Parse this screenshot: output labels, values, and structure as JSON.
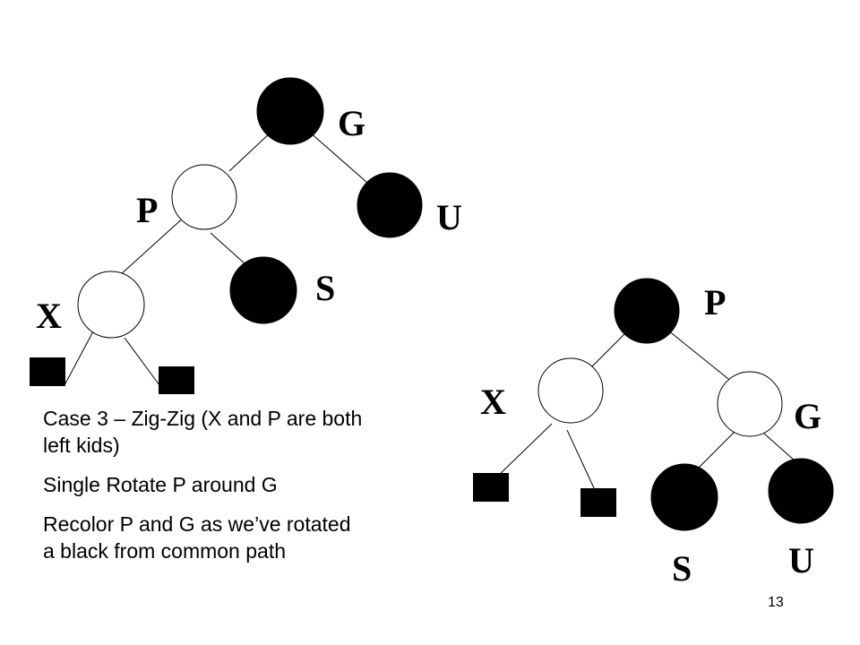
{
  "colors": {
    "black_node": "#000000",
    "red_node": "#ffffff",
    "edge": "#000000"
  },
  "before_tree": {
    "labels": {
      "g": "G",
      "p": "P",
      "u": "U",
      "s": "S",
      "x": "X"
    }
  },
  "after_tree": {
    "labels": {
      "p": "P",
      "x": "X",
      "g": "G",
      "s": "S",
      "u": "U"
    }
  },
  "description": {
    "line1": "Case 3 – Zig-Zig (X and P are both left kids)",
    "line2": "Single Rotate P around G",
    "line3": "Recolor P and G as  we’ve rotated a black from common path"
  },
  "page_number": "13"
}
